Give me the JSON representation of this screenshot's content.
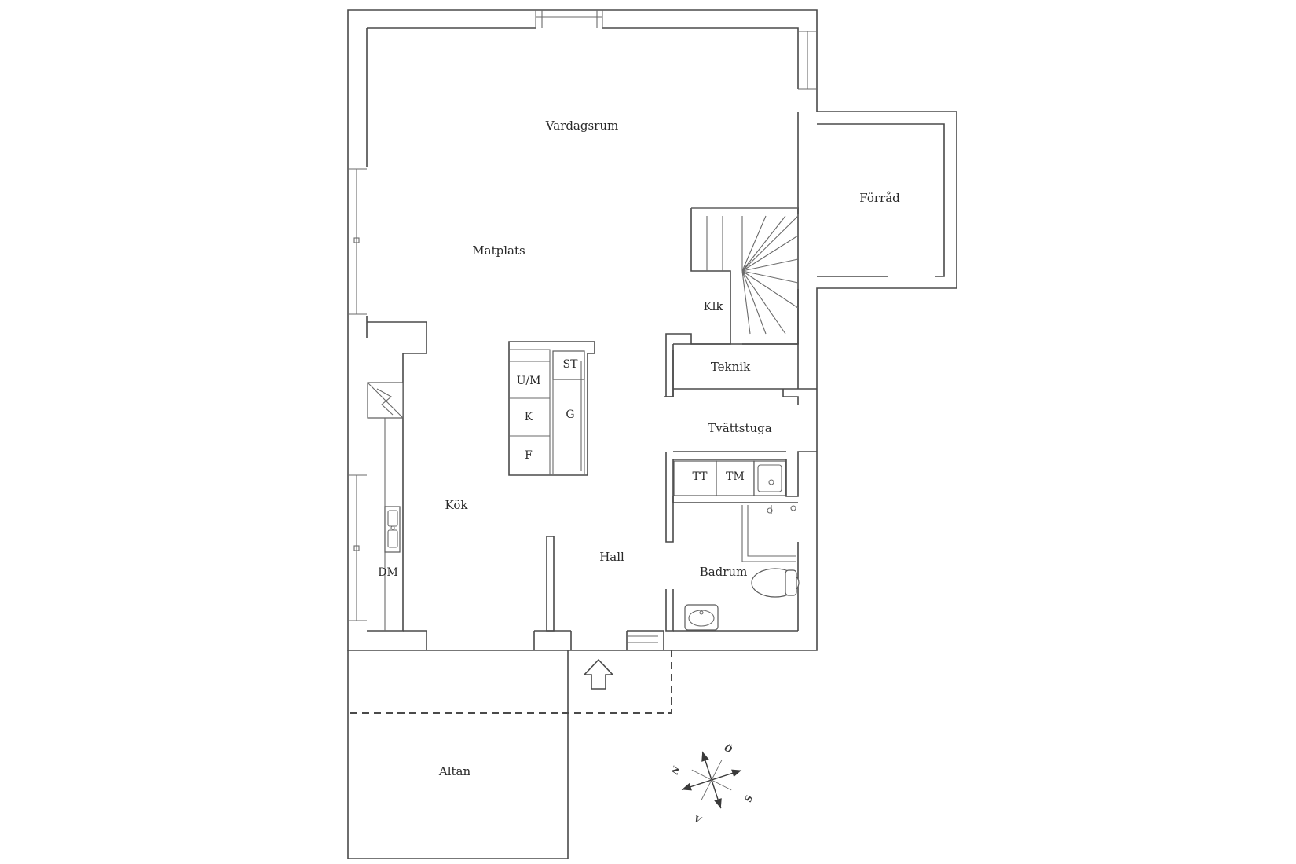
{
  "floor_plan": {
    "rooms": {
      "vardagsrum": "Vardagsrum",
      "matplats": "Matplats",
      "forrad": "Förråd",
      "klk": "Klk",
      "teknik": "Teknik",
      "tvattstuga": "Tvättstuga",
      "kok": "Kök",
      "hall": "Hall",
      "badrum": "Badrum",
      "altan": "Altan"
    },
    "appliances": {
      "st": "ST",
      "um": "U/M",
      "k": "K",
      "g": "G",
      "f": "F",
      "dm": "DM",
      "tt": "TT",
      "tm": "TM"
    },
    "compass": {
      "n": "N",
      "o": "Ö",
      "s": "S",
      "v": "V"
    }
  }
}
